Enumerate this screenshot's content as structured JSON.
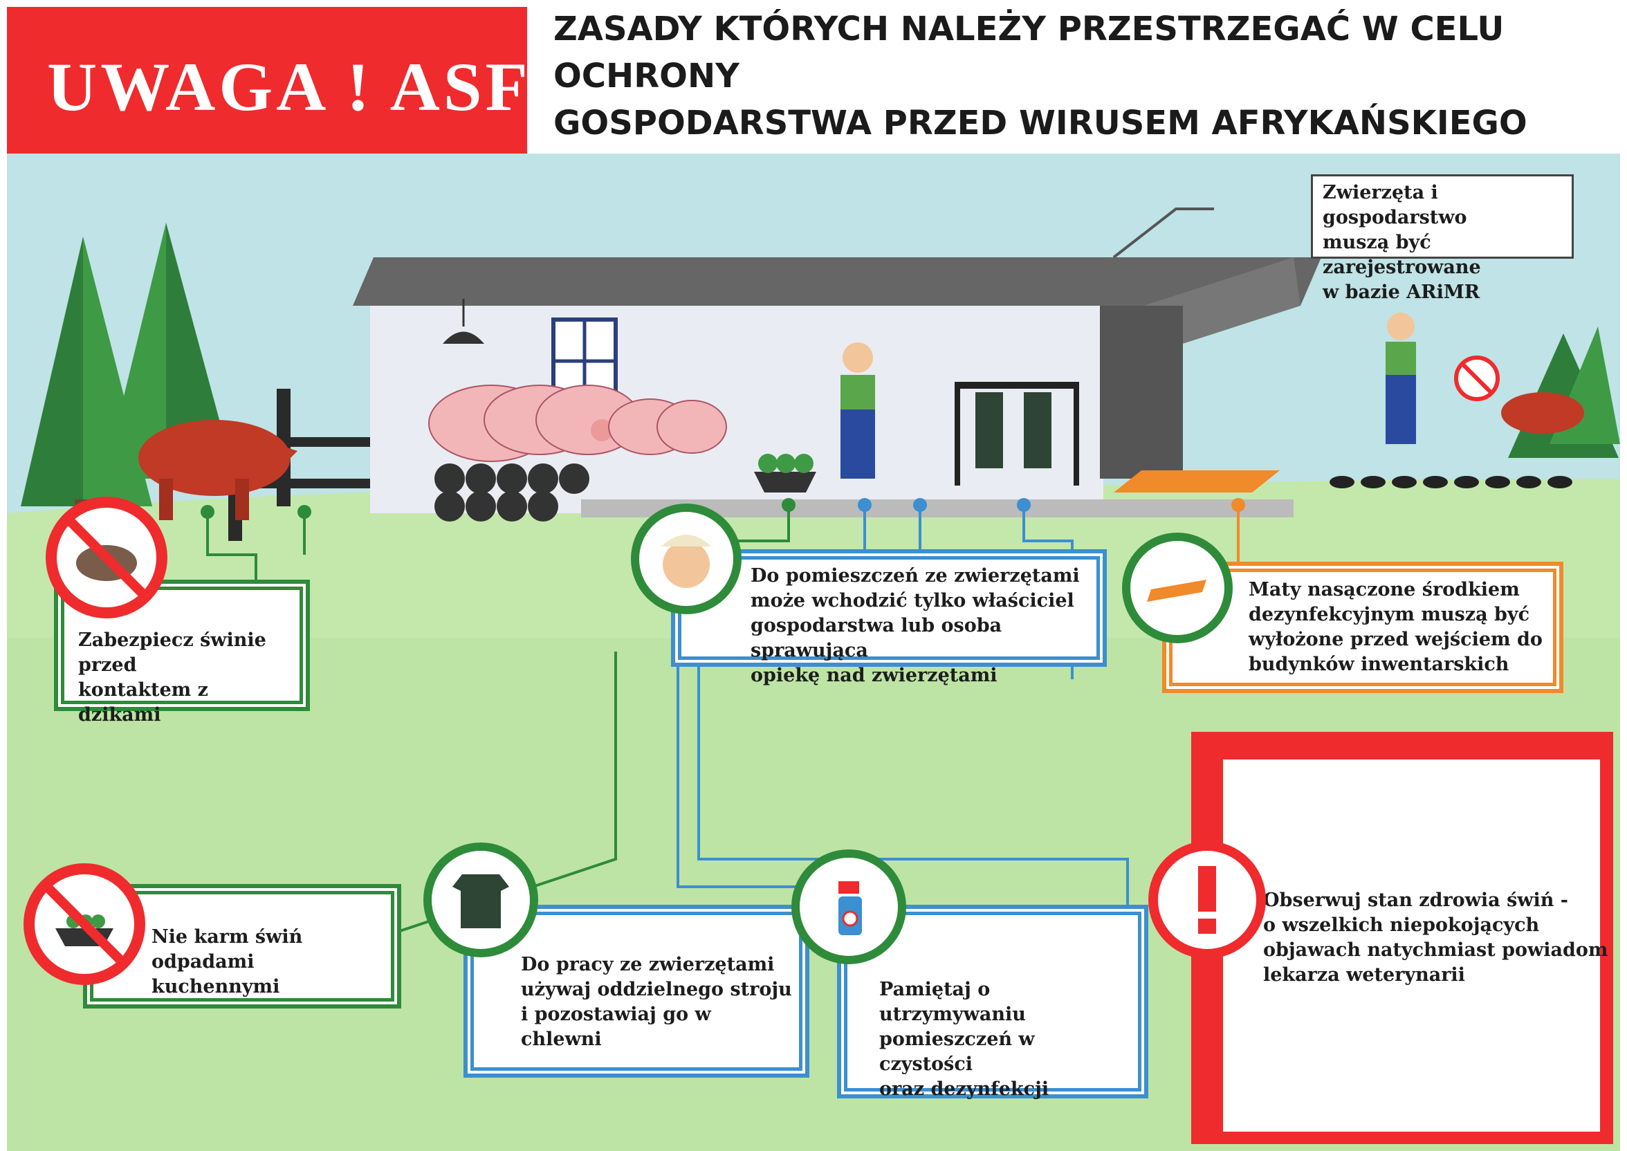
{
  "header": {
    "banner": "UWAGA ! ASF",
    "title": "ZASADY KTÓRYCH NALEŻY PRZESTRZEGAĆ W CELU OCHRONY\nGOSPODARSTWA PRZED WIRUSEM AFRYKAŃSKIEGO POMORU\nŚWIŃ (ASF)"
  },
  "rules": {
    "registration": "Zwierzęta i gospodarstwo\nmuszą być zarejestrowane\nw bazie ARiMR",
    "wild_boar": "Zabezpiecz świnie przed\nkontaktem z dzikami",
    "access": "Do pomieszczeń ze zwierzętami\nmoże wchodzić tylko właściciel\ngospodarstwa lub osoba sprawująca\nopiekę nad zwierzętami",
    "mats": "Maty nasączone środkiem\ndezynfekcyjnym muszą być\nwyłożone przed wejściem do\nbudynków inwentarskich",
    "kitchen_waste": "Nie karm świń\nodpadami kuchennymi",
    "clothing": "Do pracy ze zwierzętami\nużywaj oddzielnego stroju\ni pozostawiaj go w chlewni",
    "cleaning": "Pamiętaj o utrzymywaniu\npomieszczeń w czystości\noraz dezynfekcji",
    "observe": "Obserwuj stan zdrowia świń -\no wszelkich niepokojących\nobjawach natychmiast powiadom\nlekarza weterynarii"
  },
  "colors": {
    "red": "#ef2b2d",
    "green": "#2e8b3a",
    "blue": "#3c8fd0",
    "orange": "#f08a2a",
    "sky": "#bfe3e6",
    "grass": "#bfe5a6"
  }
}
